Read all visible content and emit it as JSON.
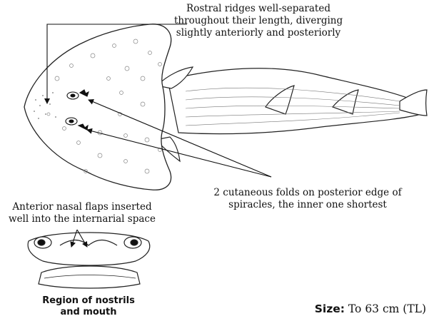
{
  "annotations": {
    "rostral": [
      "Rostral ridges well-separated",
      "throughout their length, diverging",
      "slightly anteriorly and posteriorly"
    ],
    "folds": [
      "2 cutaneous folds on posterior edge of",
      "spiracles, the inner one shortest"
    ],
    "nasal": [
      "Anterior nasal flaps inserted",
      "well into the internarial space"
    ]
  },
  "inset_caption": [
    "Region of nostrils",
    "and mouth"
  ],
  "size": {
    "label": "Size:",
    "value": "To 63 cm (TL)"
  }
}
